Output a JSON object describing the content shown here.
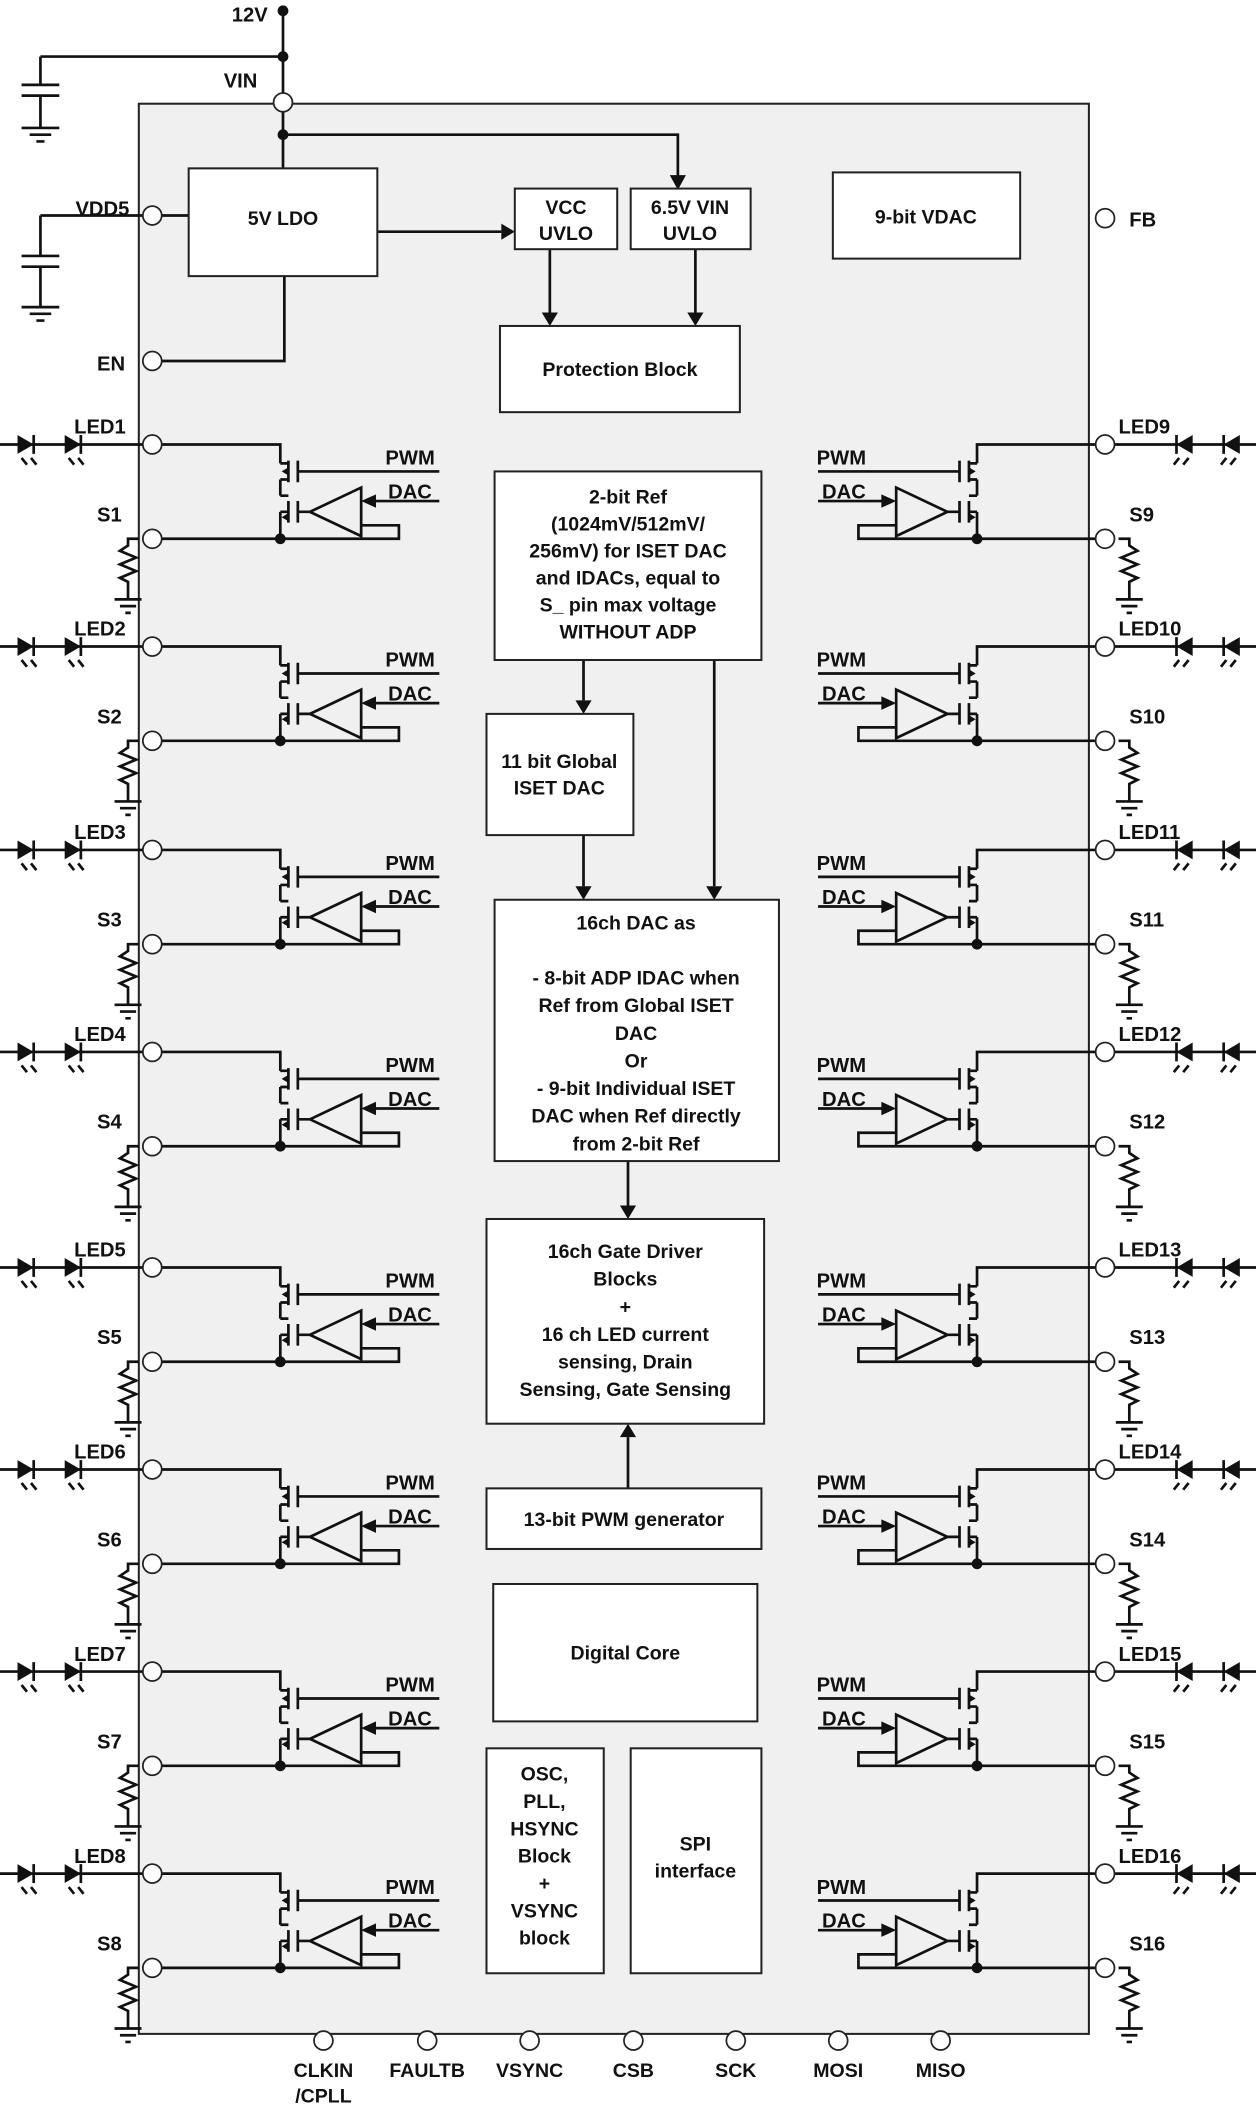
{
  "supply": {
    "v12": "12V",
    "vin": "VIN",
    "vdd5": "VDD5",
    "en": "EN",
    "fb": "FB"
  },
  "blocks": {
    "ldo": "5V LDO",
    "vcc_uvlo": [
      "VCC",
      "UVLO"
    ],
    "vin_uvlo": [
      "6.5V VIN",
      "UVLO"
    ],
    "protection": "Protection Block",
    "vdac": "9-bit VDAC",
    "ref": [
      "2-bit Ref",
      "(1024mV/512mV/",
      "256mV) for ISET DAC",
      "and IDACs, equal to",
      "S_ pin max voltage",
      "WITHOUT ADP"
    ],
    "global_iset": [
      "11 bit Global",
      "ISET DAC"
    ],
    "dac16": [
      "16ch DAC as",
      "",
      "- 8-bit ADP IDAC when",
      "Ref from Global ISET",
      "DAC",
      "Or",
      "- 9-bit Individual ISET",
      "DAC when Ref directly",
      "from 2-bit Ref"
    ],
    "gate_driver": [
      "16ch Gate Driver",
      "Blocks",
      "+",
      "16 ch LED current",
      "sensing, Drain",
      "Sensing, Gate Sensing"
    ],
    "pwm_gen": "13-bit PWM generator",
    "digital_core": "Digital Core",
    "osc": [
      "OSC,",
      "PLL,",
      "HSYNC",
      "Block",
      "+",
      "VSYNC",
      "block"
    ],
    "spi": [
      "SPI",
      "interface"
    ]
  },
  "channel_signals": {
    "pwm": "PWM",
    "dac": "DAC"
  },
  "left_channels": [
    {
      "led": "LED1",
      "s": "S1"
    },
    {
      "led": "LED2",
      "s": "S2"
    },
    {
      "led": "LED3",
      "s": "S3"
    },
    {
      "led": "LED4",
      "s": "S4"
    },
    {
      "led": "LED5",
      "s": "S5"
    },
    {
      "led": "LED6",
      "s": "S6"
    },
    {
      "led": "LED7",
      "s": "S7"
    },
    {
      "led": "LED8",
      "s": "S8"
    }
  ],
  "right_channels": [
    {
      "led": "LED9",
      "s": "S9"
    },
    {
      "led": "LED10",
      "s": "S10"
    },
    {
      "led": "LED11",
      "s": "S11"
    },
    {
      "led": "LED12",
      "s": "S12"
    },
    {
      "led": "LED13",
      "s": "S13"
    },
    {
      "led": "LED14",
      "s": "S14"
    },
    {
      "led": "LED15",
      "s": "S15"
    },
    {
      "led": "LED16",
      "s": "S16"
    }
  ],
  "bottom_pins": [
    [
      "CLKIN",
      "/CPLL"
    ],
    [
      "FAULTB"
    ],
    [
      "VSYNC"
    ],
    [
      "CSB"
    ],
    [
      "SCK"
    ],
    [
      "MOSI"
    ],
    [
      "MISO"
    ]
  ],
  "colors": {
    "chip_fill": "#f0f0f0",
    "line": "#111111"
  }
}
